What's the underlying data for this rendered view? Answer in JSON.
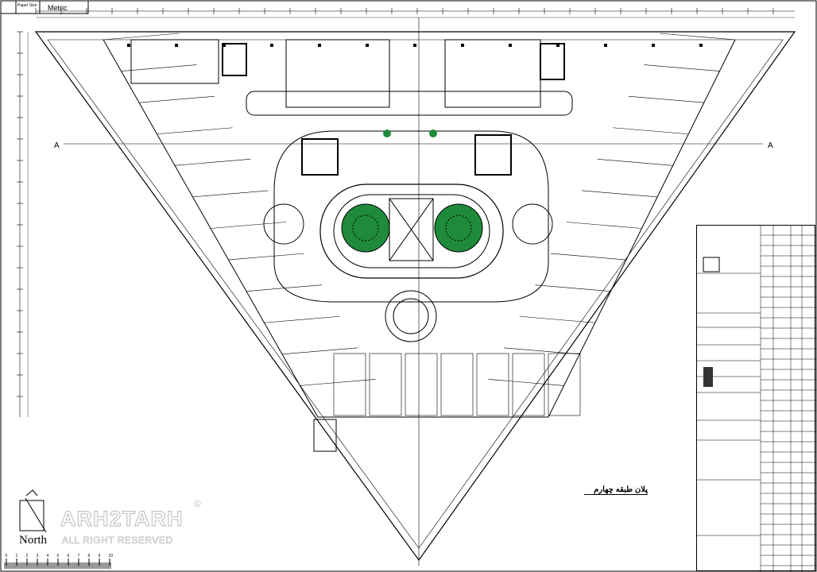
{
  "header": {
    "paper_size_label": "Paper Size",
    "units_label": "Metric"
  },
  "plan": {
    "title": "پلان طبقه چهارم",
    "section_marker": "A",
    "scale_ticks": [
      "0",
      "1",
      "2",
      "3",
      "4",
      "5",
      "6",
      "7",
      "8",
      "9",
      "10"
    ]
  },
  "north_arrow": {
    "label": "North"
  },
  "watermark": {
    "brand": "ARH2TARH",
    "rights": "ALL RIGHT RESERVED",
    "copyright": "©"
  },
  "colors": {
    "line": "#000000",
    "tree": "#1f8a3a",
    "watermark": "#bbbbbb"
  }
}
